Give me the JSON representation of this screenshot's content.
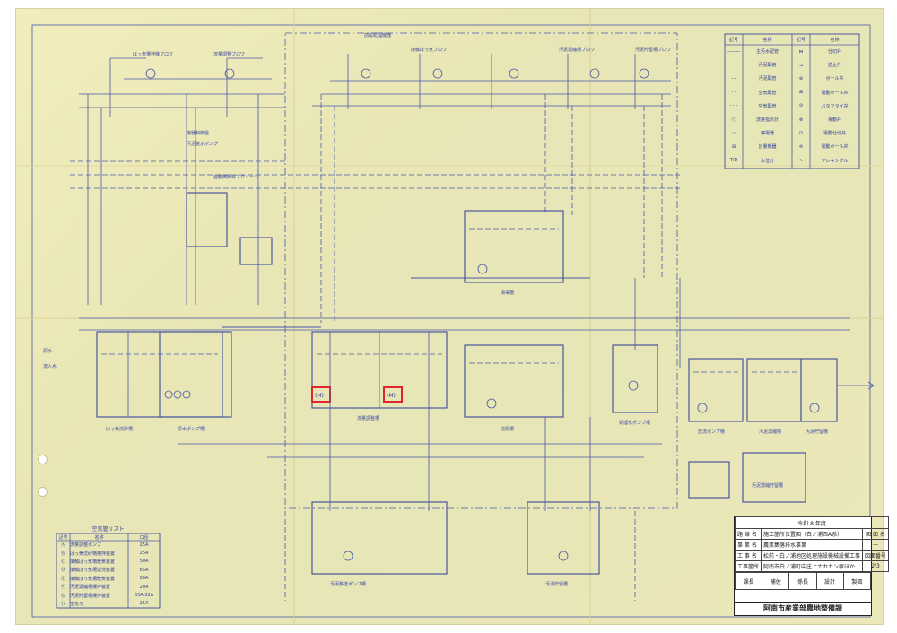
{
  "titles": {
    "top_group": "前段処理機器",
    "blower_fine": "ばっ気攪拌機ブロワ",
    "blower_equal": "流量調整ブロワ",
    "blower_contact": "接触ばっ気ブロワ",
    "blower_sludge_a": "汚泥濃縮槽ブロワ",
    "blower_sludge_b": "汚泥貯留槽ブロワ",
    "screen": "自動微細目スクリーン",
    "control_panel": "機器制御盤",
    "drain_pump": "汚泥脱水ポンプ",
    "raw_water": "原水",
    "sampling": "流入水"
  },
  "tank_labels": {
    "t1": "ばっ気沈砂槽",
    "t2": "原水ポンプ槽",
    "t3": "流量調整槽",
    "t4": "沈殿槽",
    "t5": "処理水ポンプ槽",
    "t6": "消毒槽",
    "t7": "放流ポンプ槽",
    "t8": "汚泥濃縮槽",
    "t9": "汚泥貯留槽",
    "t10": "汚泥移送ポンプ槽",
    "t11": "汚泥貯留槽",
    "t12": "汚泥濃縮貯留槽"
  },
  "legend": {
    "headers": [
      "記号",
      "名称",
      "記号",
      "名称"
    ],
    "rows": [
      [
        "———",
        "主汚水配管",
        "⋈",
        "仕切弁"
      ],
      [
        "— —",
        "汚泥配管",
        "⊿",
        "逆止弁"
      ],
      [
        "-·-",
        "汚泥配管",
        "⊛",
        "ボール弁"
      ],
      [
        "- -",
        "空気配管",
        "⊠",
        "電動ボール弁"
      ],
      [
        "- - -",
        "空気配管",
        "⊘",
        "バタフライ弁"
      ],
      [
        "ⓕ",
        "流量指示計",
        "⊗",
        "電動弁"
      ],
      [
        "▭",
        "停電器",
        "⊡",
        "電動仕切弁"
      ],
      [
        "⊞",
        "計量機器",
        "⊜",
        "電動ボール弁"
      ],
      [
        "T/D",
        "水位計",
        "∿",
        "フレキシブル"
      ]
    ]
  },
  "equipment_list": {
    "title": "空気管リスト",
    "headers": [
      "記号",
      "名称",
      "口径"
    ],
    "rows": [
      [
        "Ⓐ",
        "流量調整ポンプ",
        "25A"
      ],
      [
        "Ⓑ",
        "ばっ気沈砂槽攪拌装置",
        "25A"
      ],
      [
        "Ⓒ",
        "接触ばっ気槽散気装置",
        "50A"
      ],
      [
        "Ⓓ",
        "接触ばっ気槽逆洗装置",
        "65A"
      ],
      [
        "Ⓔ",
        "接触ばっ気槽散気装置",
        "50A"
      ],
      [
        "Ⓕ",
        "汚泥濃縮槽攪拌装置",
        "20A"
      ],
      [
        "Ⓖ",
        "汚泥貯留槽攪拌装置",
        "65A 32A"
      ],
      [
        "Ⓗ",
        "空気ろ",
        "25A"
      ]
    ]
  },
  "titleblock": {
    "year": "令和 8 年度",
    "rows": [
      [
        "路 線 名",
        "施工箇所位置図（白ノ浦西A系）",
        "図 面 名"
      ],
      [
        "事 業 名",
        "農業集落排水事業",
        "—"
      ],
      [
        "工 事 名",
        "松前・白ノ浦地区処理施設機械設備工事",
        "図面番号"
      ],
      [
        "工事箇所",
        "阿南市白ノ浦町中庄上ナカカン原ほか",
        "2/3"
      ]
    ],
    "stamps": [
      "課長",
      "補佐",
      "係長",
      "設計",
      "製図"
    ],
    "office": "阿南市産業部農地整備課"
  }
}
